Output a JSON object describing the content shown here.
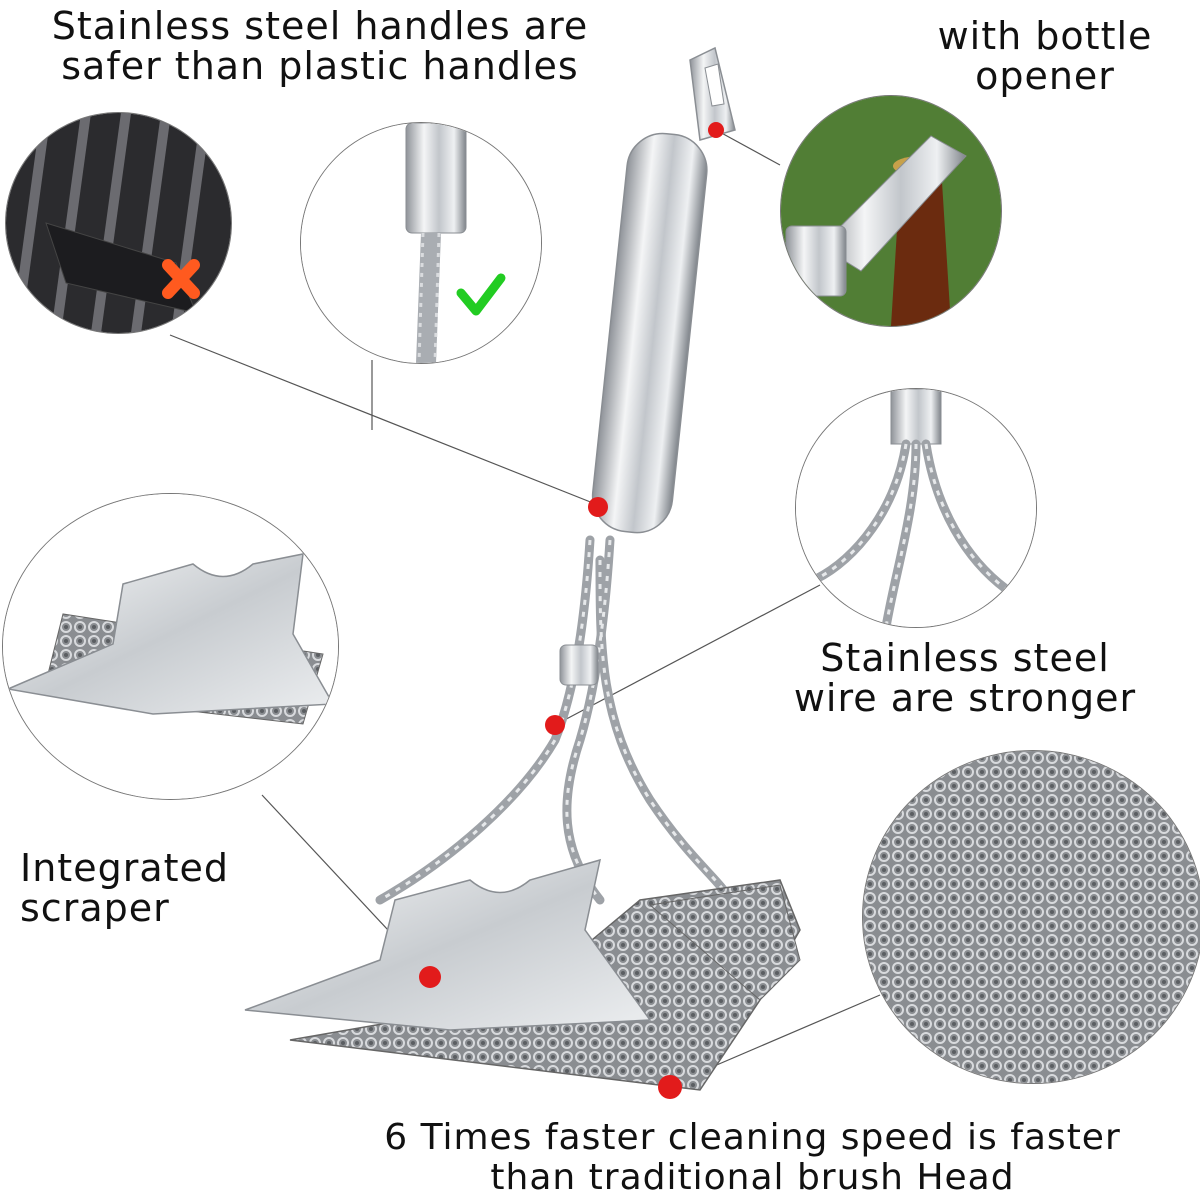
{
  "captions": {
    "handles_line1": "Stainless steel handles are",
    "handles_line2": "safer than plastic handles",
    "opener_line1": "with bottle",
    "opener_line2": "opener",
    "wire_line1": "Stainless steel",
    "wire_line2": "wire are stronger",
    "scraper_line1": "Integrated",
    "scraper_line2": "scraper",
    "speed_line1": "6 Times faster cleaning speed is faster",
    "speed_line2": "than traditional brush Head"
  },
  "colors": {
    "marker": "#e21b1b",
    "steel": "#c9ccd0",
    "check": "#22cc22",
    "cross": "#ff5a1f"
  },
  "icons": {
    "good": "check-icon",
    "bad": "x-icon"
  }
}
